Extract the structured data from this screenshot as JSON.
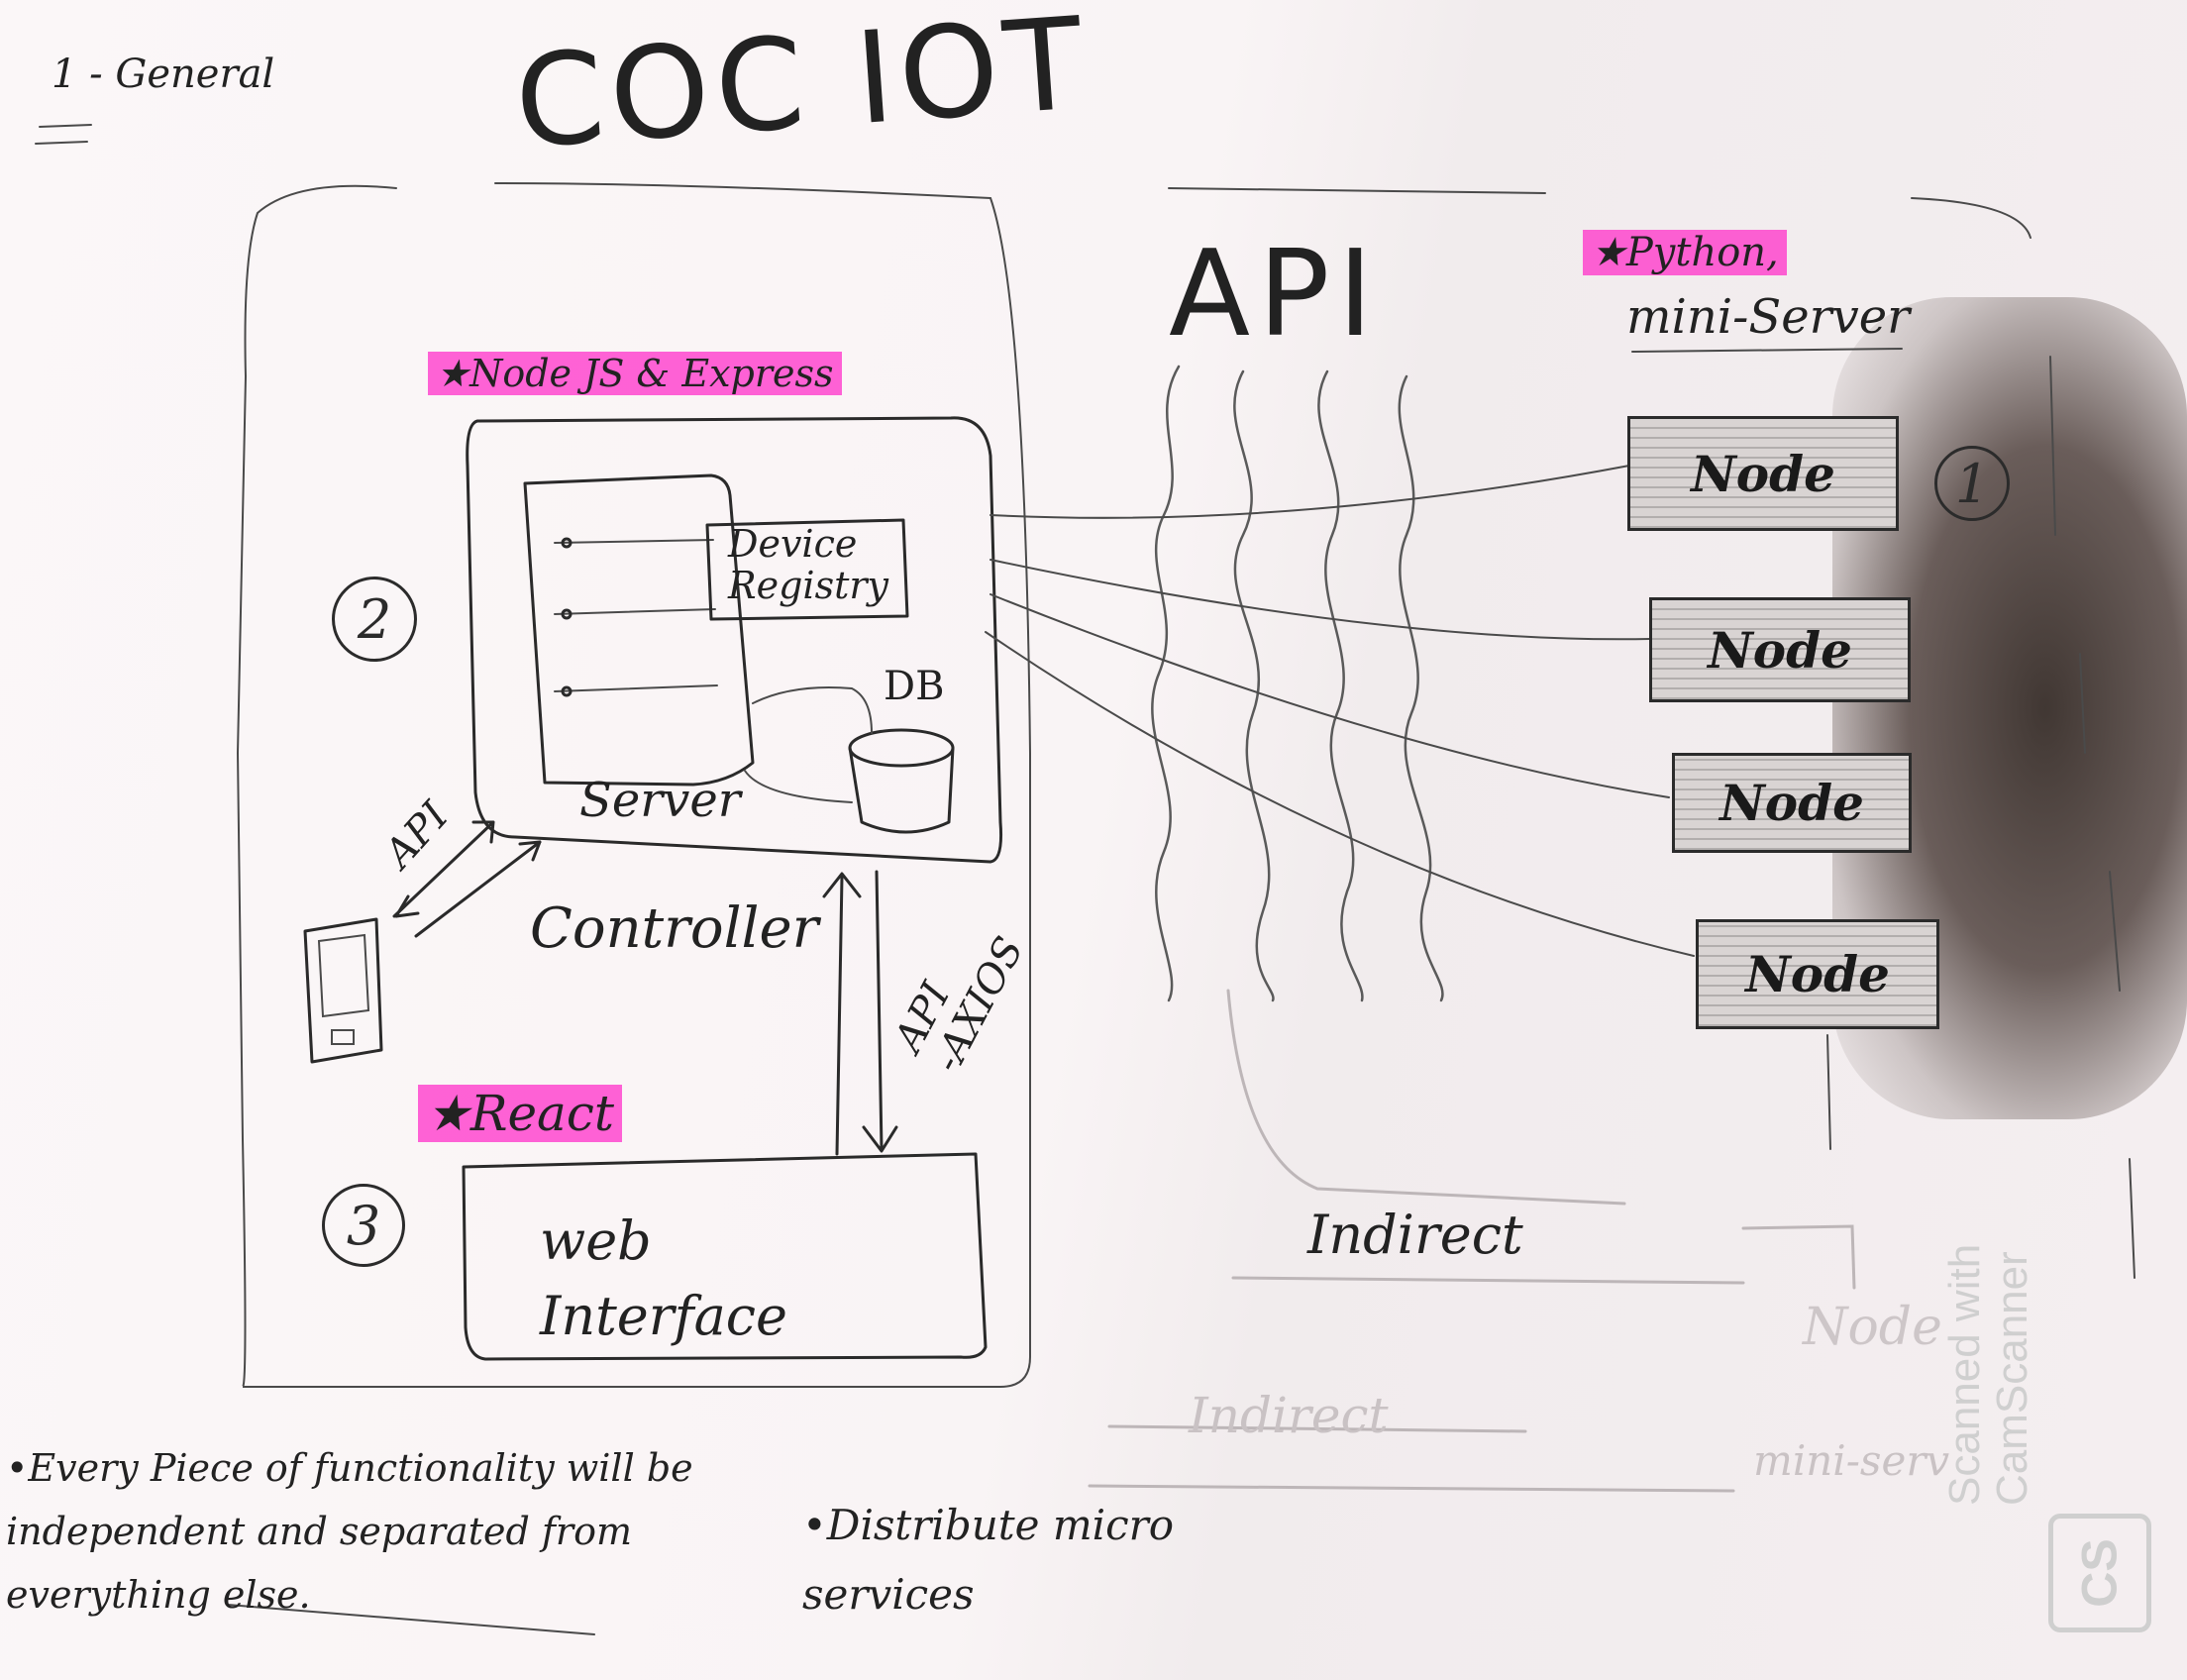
{
  "header": {
    "section_label": "1 - General",
    "title": "COC IOT"
  },
  "labels": {
    "node_express": "★Node JS & Express",
    "python": "★Python,",
    "mini_server": "mini-Server",
    "react": "★React",
    "api_center": "API",
    "api_left": "API",
    "api_axios": "API\n-AXIOS",
    "device_registry": "Device\nRegistry",
    "db": "DB",
    "server": "Server",
    "controller": "Controller",
    "web_interface": "web\nInterface",
    "indirect": "Indirect"
  },
  "nodes": [
    "Node",
    "Node",
    "Node",
    "Node"
  ],
  "circle_numbers": [
    "1",
    "2",
    "3"
  ],
  "notes": {
    "note1": "•Every Piece of functionality will be independent and separated from everything else.",
    "note2": "•Distribute micro services"
  },
  "watermark": {
    "text": "Scanned with CamScanner",
    "logo": "CS"
  },
  "faint_bleedthrough": {
    "indirect": "Indirect",
    "node": "Node",
    "mini": "mini-serv"
  },
  "colors": {
    "highlight": "#ff28c8",
    "ink": "#2a2a2a",
    "paper": "#f7f1f2"
  }
}
